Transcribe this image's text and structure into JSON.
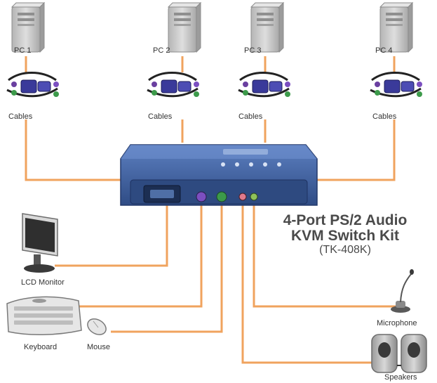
{
  "title": {
    "line1": "4-Port PS/2 Audio",
    "line2": "KVM Switch Kit",
    "model": "(TK-408K)"
  },
  "pcs": [
    {
      "label": "PC 1",
      "cable_label": "Cables"
    },
    {
      "label": "PC 2",
      "cable_label": "Cables"
    },
    {
      "label": "PC 3",
      "cable_label": "Cables"
    },
    {
      "label": "PC 4",
      "cable_label": "Cables"
    }
  ],
  "peripherals": {
    "monitor": "LCD Monitor",
    "keyboard": "Keyboard",
    "mouse": "Mouse",
    "microphone": "Microphone",
    "speakers": "Speakers"
  },
  "colors": {
    "wire": "#f0a35e",
    "switch_body": "#3f5f9c",
    "tower": "#c9c9c9"
  },
  "icons": [
    "pc-tower-icon",
    "cable-bundle-icon",
    "kvm-switch-icon",
    "monitor-icon",
    "keyboard-icon",
    "mouse-icon",
    "microphone-icon",
    "speakers-icon"
  ]
}
